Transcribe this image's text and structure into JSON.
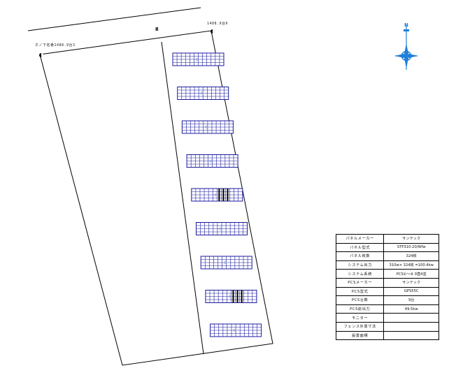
{
  "site": {
    "point_label_left": "ホノ下名番1488.9台3",
    "point_label_right": "1488.9台6",
    "road_mark": "Ⅱ"
  },
  "compass": {
    "label": "N"
  },
  "arrays": [
    {
      "id": "array-1",
      "thick": false
    },
    {
      "id": "array-2",
      "thick": false
    },
    {
      "id": "array-3",
      "thick": false
    },
    {
      "id": "array-4",
      "thick": false
    },
    {
      "id": "array-5",
      "thick": true
    },
    {
      "id": "array-6",
      "thick": false
    },
    {
      "id": "array-7",
      "thick": false
    },
    {
      "id": "array-8",
      "thick": true
    },
    {
      "id": "array-9",
      "thick": false
    }
  ],
  "spec_table": {
    "rows": [
      {
        "key": "パネルメーカー",
        "value": "サンテック"
      },
      {
        "key": "パネル型式",
        "value": "STP310-20/Wfw"
      },
      {
        "key": "パネル枚数",
        "value": "324枚"
      },
      {
        "key": "システム出力",
        "value": "310w× 324枚 =100.4kw"
      },
      {
        "key": "システム系統",
        "value": "PCS①～⑨ 9直4並"
      },
      {
        "key": "PCSメーカー",
        "value": "サンテック"
      },
      {
        "key": "PCS型式",
        "value": "GPS55C"
      },
      {
        "key": "PCS台数",
        "value": "9台"
      },
      {
        "key": "PCS総出力",
        "value": "49.5kw"
      },
      {
        "key": "モニター",
        "value": ""
      },
      {
        "key": "フェンス外周寸法",
        "value": ""
      },
      {
        "key": "設置面積",
        "value": ""
      }
    ]
  },
  "colors": {
    "panel": "#1a1aa0",
    "line": "#000000",
    "compass": "#1e7fd6"
  }
}
